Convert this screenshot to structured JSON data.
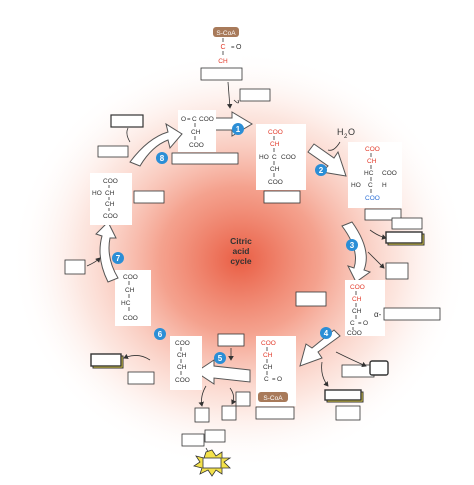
{
  "center": {
    "line1": "Citric",
    "line2": "acid",
    "line3": "cycle"
  },
  "step_numbers": [
    "1",
    "2",
    "3",
    "4",
    "5",
    "6",
    "7",
    "8"
  ],
  "formula_text": {
    "scoa": "S-CoA",
    "coo": "COO",
    "ch2": "CH",
    "ch3": "CH",
    "ho": "HO",
    "h": "H",
    "hc": "HC",
    "c": "C",
    "o": "O",
    "eq": "="
  },
  "water": {
    "h": "H",
    "two": "2",
    "o": "O"
  },
  "alpha": "α-",
  "colors": {
    "glow_center": "#e8553a",
    "step_circle": "#2b8ed6",
    "red_atom": "#e23a2a",
    "blue_atom": "#2a6fd6",
    "scoa_badge": "#a87a5a",
    "yellow_box": "#f3e14a"
  }
}
